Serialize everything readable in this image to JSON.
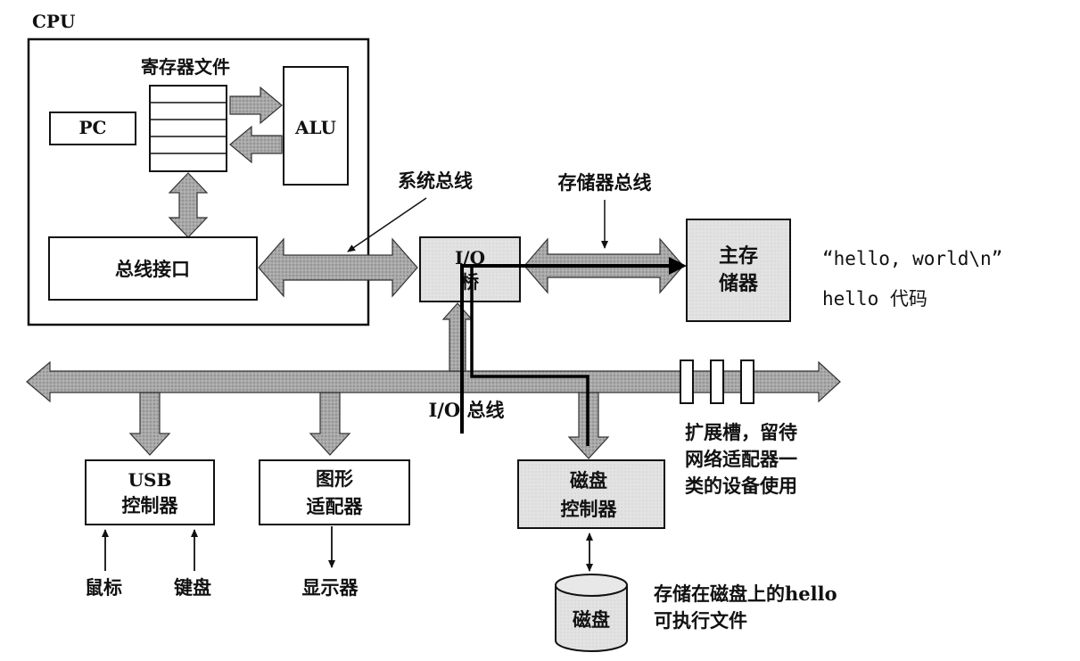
{
  "labels": {
    "cpu": "CPU",
    "register_file": "寄存器文件",
    "pc": "PC",
    "alu": "ALU",
    "bus_interface": "总线接口",
    "system_bus": "系统总线",
    "memory_bus": "存储器总线",
    "io_bridge_line1": "I/O",
    "io_bridge_line2": "桥",
    "main_memory_line1": "主存",
    "main_memory_line2": "储器",
    "hello_string": "“hello, world\\n”",
    "hello_code": "hello 代码",
    "io_bus": "I/O 总线",
    "expansion_line1": "扩展槽，留待",
    "expansion_line2": "网络适配器一",
    "expansion_line3": "类的设备使用",
    "usb_line1": "USB",
    "usb_line2": "控制器",
    "graphics_line1": "图形",
    "graphics_line2": "适配器",
    "disk_ctrl_line1": "磁盘",
    "disk_ctrl_line2": "控制器",
    "mouse": "鼠标",
    "keyboard": "键盘",
    "display": "显示器",
    "disk": "磁盘",
    "disk_note_line1": "存储在磁盘上的hello",
    "disk_note_line2": "可执行文件"
  },
  "colors": {
    "bus_fill": "#a6a6a6",
    "box_fill_gray": "#dedede",
    "box_fill_white": "#ffffff",
    "line": "#111111",
    "path": "#000000"
  }
}
